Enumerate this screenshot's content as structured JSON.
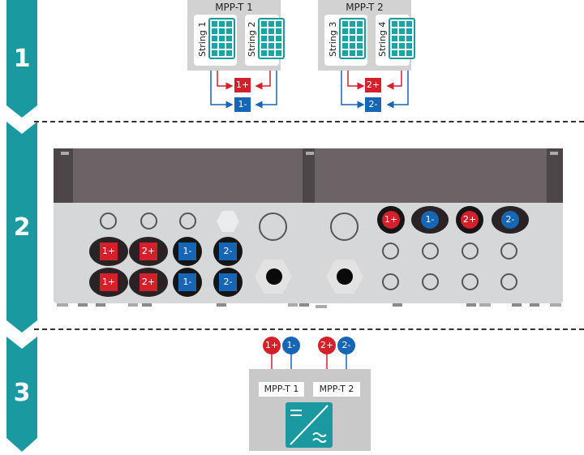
{
  "steps": [
    {
      "number": "1"
    },
    {
      "number": "2"
    },
    {
      "number": "3"
    }
  ],
  "colors": {
    "teal": "#1a9aa0",
    "positive_red": "#d4202a",
    "negative_blue": "#1666b5",
    "lid_grey": "#6b6366",
    "body_grey": "#d6d7d8"
  },
  "section1": {
    "trackers": [
      {
        "title": "MPP-T 1",
        "strings": [
          "String 1",
          "String 2"
        ],
        "positive": "1+",
        "negative": "1-"
      },
      {
        "title": "MPP-T 2",
        "strings": [
          "String 3",
          "String 4"
        ],
        "positive": "2+",
        "negative": "2-"
      }
    ]
  },
  "section2": {
    "left_connectors": {
      "row1": [
        "1+",
        "2+",
        "1-",
        "2-"
      ],
      "row2": [
        "1+",
        "2+",
        "1-",
        "2-"
      ]
    },
    "right_connectors": [
      "1+",
      "1-",
      "2+",
      "2-"
    ]
  },
  "section3": {
    "inputs": [
      "1+",
      "1-",
      "2+",
      "2-"
    ],
    "inverter_labels": [
      "MPP-T 1",
      "MPP-T 2"
    ],
    "inverter_icon": "dc-ac-inverter-icon"
  }
}
